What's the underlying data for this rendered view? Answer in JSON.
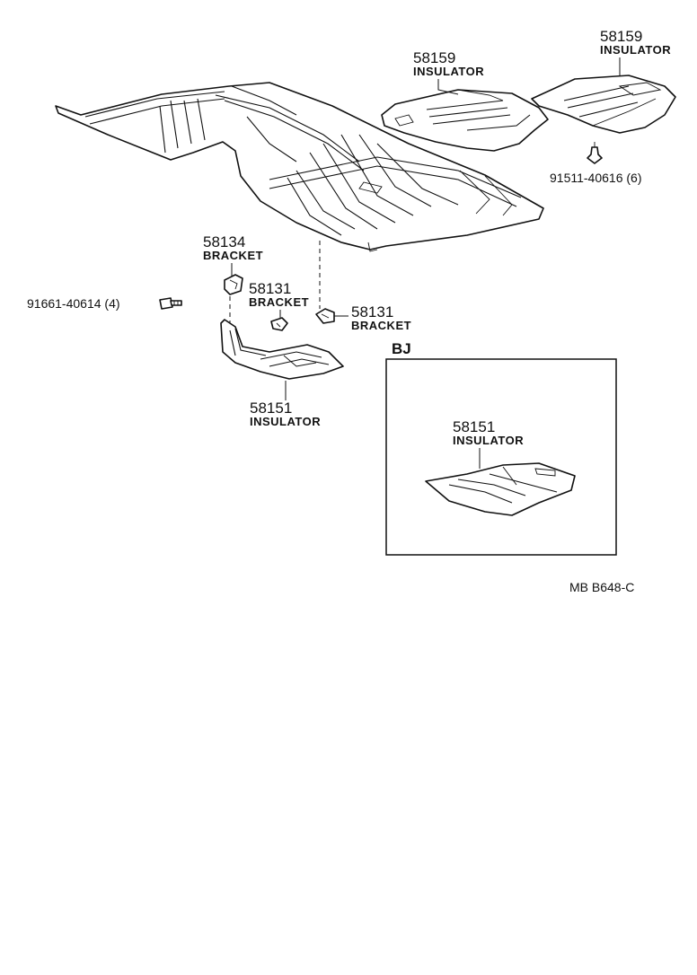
{
  "callouts": {
    "insulator_upper_left": {
      "number": "58159",
      "name": "INSULATOR"
    },
    "insulator_upper_right": {
      "number": "58159",
      "name": "INSULATOR"
    },
    "clip_right": {
      "part_number": "91511-40616 (6)"
    },
    "bracket_58134": {
      "number": "58134",
      "name": "BRACKET"
    },
    "bracket_58131_left": {
      "number": "58131",
      "name": "BRACKET"
    },
    "bracket_58131_right": {
      "number": "58131",
      "name": "BRACKET"
    },
    "bolt_left": {
      "part_number": "91661-40614 (4)"
    },
    "insulator_lower": {
      "number": "58151",
      "name": "INSULATOR"
    },
    "inset_insulator": {
      "number": "58151",
      "name": "INSULATOR"
    }
  },
  "inset": {
    "label": "BJ"
  },
  "diagram_code": "MB  B648-C"
}
